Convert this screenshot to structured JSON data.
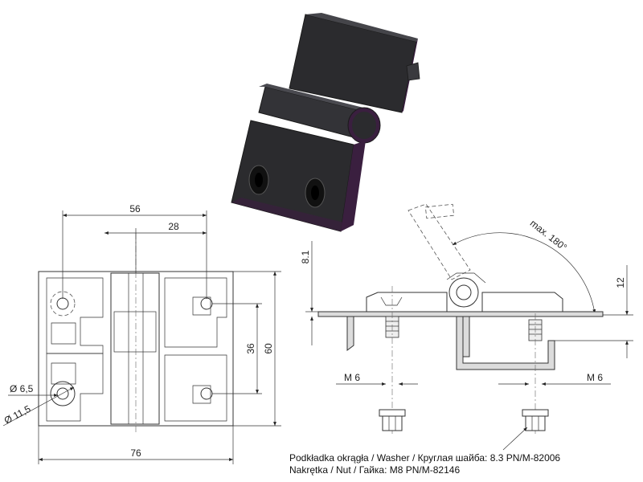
{
  "dimensions": {
    "width_overall": "76",
    "hole_spacing_x": "56",
    "pin_offset": "28",
    "height_overall": "60",
    "hole_spacing_y": "36",
    "hole_small": "Ø 6,5",
    "hole_large": "Ø 11,5",
    "side_offset": "8.1",
    "side_height": "12",
    "thread_left": "M 6",
    "thread_right": "M 6",
    "rotation": "max. 180°"
  },
  "notes": {
    "washer": "Podkładka okrągła / Washer / Круглая шайба:   8.3 PN/M-82006",
    "nut": "Nakrętka / Nut / Гайка:   M8 PN/M-82146"
  },
  "colors": {
    "part_body": "#2b2b2e",
    "part_accent": "#3a1f3f",
    "line": "#333333"
  }
}
